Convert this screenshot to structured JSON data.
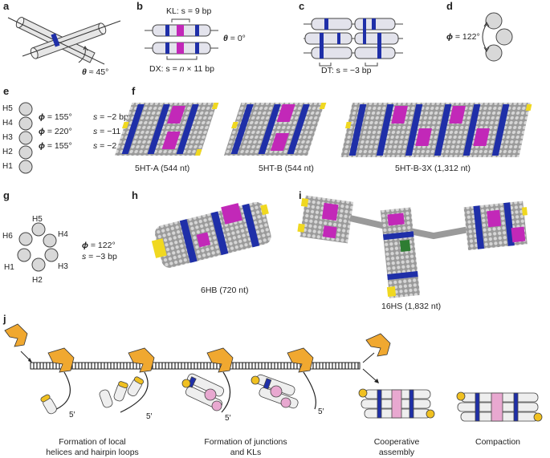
{
  "panels": {
    "a": {
      "letter": "a",
      "theta_sym": "θ",
      "theta_val": " ≈ 45°"
    },
    "b": {
      "letter": "b",
      "kl": "KL: s = 9 bp",
      "theta_sym": "θ",
      "theta_val": " = 0°",
      "dx_pre": "DX: s = ",
      "dx_n": "n",
      "dx_post": " × 11 bp"
    },
    "c": {
      "letter": "c",
      "dt": "DT: s = −3 bp"
    },
    "d": {
      "letter": "d",
      "phi_sym": "ϕ",
      "phi_val": " = 122°"
    },
    "e": {
      "letter": "e",
      "helices": [
        "H5",
        "H4",
        "H3",
        "H2",
        "H1"
      ],
      "rows": [
        {
          "phi": " = 155°",
          "s": " = −2 bp"
        },
        {
          "phi": " = 220°",
          "s": " = −11 bp"
        },
        {
          "phi": " = 155°",
          "s": " = −2 bp"
        }
      ],
      "phi_sym": "ϕ",
      "s_sym": "s"
    },
    "f": {
      "letter": "f",
      "captions": [
        "5HT-A (544 nt)",
        "5HT-B (544 nt)",
        "5HT-B-3X (1,312 nt)"
      ]
    },
    "g": {
      "letter": "g",
      "helices": [
        "H5",
        "H6",
        "H4",
        "H1",
        "H3",
        "H2"
      ],
      "phi_sym": "ϕ",
      "phi_val": " = 122°",
      "s_sym": "s",
      "s_val": " = −3 bp"
    },
    "h": {
      "letter": "h",
      "caption": "6HB (720 nt)"
    },
    "i": {
      "letter": "i",
      "caption": "16HS (1,832 nt)"
    },
    "j": {
      "letter": "j",
      "five_prime": "5′",
      "stages": [
        "Formation of local\nhelices and hairpin loops",
        "Formation of junctions\nand KLs",
        "Cooperative\nassembly",
        "Compaction"
      ]
    }
  },
  "colors": {
    "blue": "#1f2fa8",
    "magenta": "#c228b8",
    "yellow": "#f0d820",
    "grey": "#bdbdbd",
    "orange": "#f0a830",
    "pink": "#e8a8d0"
  }
}
